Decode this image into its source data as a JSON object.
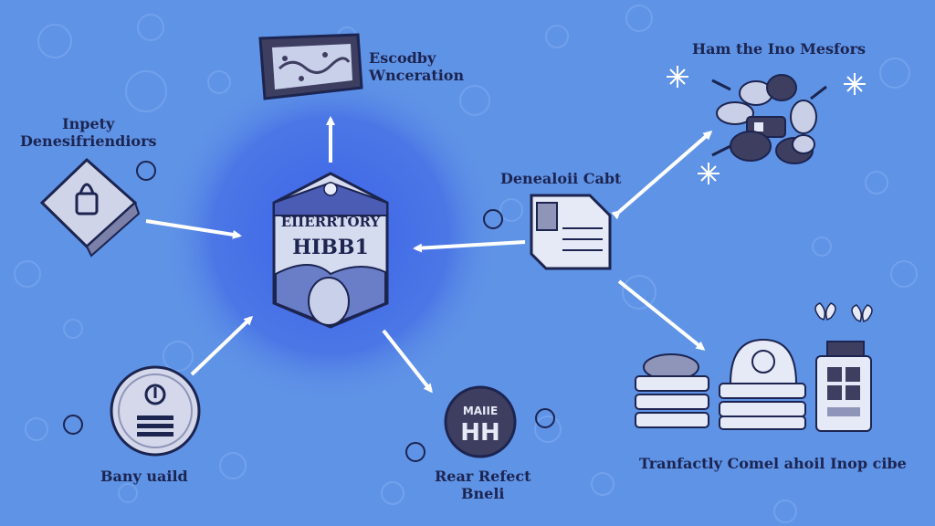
{
  "center": {
    "title_line1": "EIIERRTORY",
    "title_line2": "HIBB1"
  },
  "nodes": {
    "top": {
      "line1": "Escodby",
      "line2": "Wnceration"
    },
    "top_right": {
      "line1": "Ham the Ino Mesfors"
    },
    "left": {
      "line1": "Inpety",
      "line2": "Denesifriendiors"
    },
    "mid_right": {
      "line1": "Denealoii Cabt"
    },
    "bottom_left": {
      "line1": "Bany uaild"
    },
    "bottom_mid": {
      "badge_top": "MAIIE",
      "badge_main": "HH",
      "line1": "Rear Refect",
      "line2": "Bneli"
    },
    "bottom_right": {
      "line1": "Tranfactly Comel ahoil Inop cibe"
    }
  },
  "colors": {
    "background": "#5f93e6",
    "glow": "#3c66e4",
    "ink": "#1c2450",
    "panel_light": "#d6dcf0",
    "panel_dark": "#3e3e60",
    "arrow": "#ffffff"
  }
}
